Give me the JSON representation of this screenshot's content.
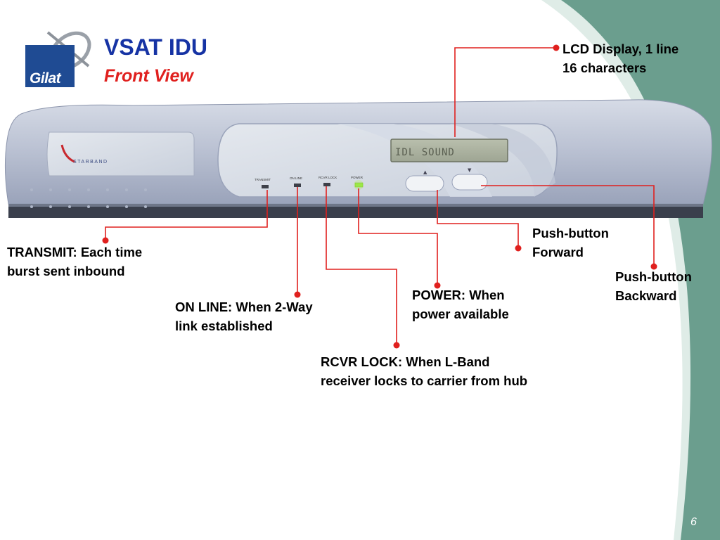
{
  "slide": {
    "logo_text": "Gilat",
    "title": "VSAT IDU",
    "subtitle": "Front View",
    "page_number": "6"
  },
  "device": {
    "brand": "STARBAND",
    "lcd_text": "IDL SOUND        ",
    "led_labels": [
      "TRANSMIT",
      "ON LINE",
      "RCVR LOCK",
      "POWER"
    ],
    "power_led_color": "#8ee33a"
  },
  "callouts": {
    "lcd": {
      "line1": "LCD Display,  1 line",
      "line2": "16 characters"
    },
    "transmit": {
      "line1": "TRANSMIT: Each time",
      "line2": "burst sent inbound"
    },
    "online": {
      "line1": "ON LINE: When 2-Way",
      "line2": "link established"
    },
    "rcvr": {
      "line1": "RCVR LOCK: When L-Band",
      "line2": "receiver locks to carrier from hub"
    },
    "power": {
      "line1": "POWER: When",
      "line2": "power available"
    },
    "forward": {
      "line1": "Push-button",
      "line2": "Forward"
    },
    "backward": {
      "line1": "Push-button",
      "line2": "Backward"
    }
  },
  "colors": {
    "title": "#1633a4",
    "subtitle": "#e0201e",
    "leader_line": "#e0201e",
    "teal_band": "#6b9e8e",
    "logo_box": "#1f4b93"
  }
}
